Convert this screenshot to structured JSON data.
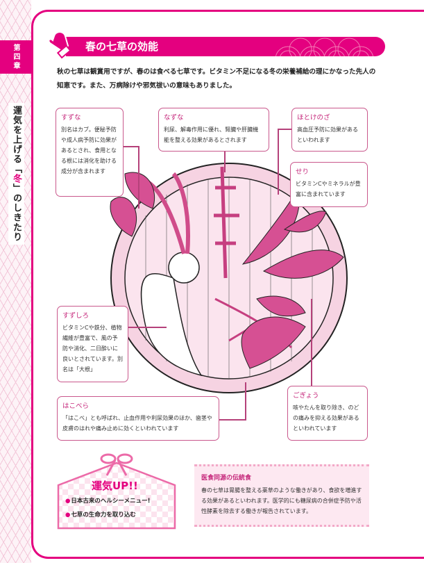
{
  "sidebar": {
    "chapter": "第四章",
    "title_pre": "運気を上げる「",
    "title_hl": "冬",
    "title_post": "」のしきたり"
  },
  "header": {
    "title": "春の七草の効能"
  },
  "intro": "秋の七草は観賞用ですが、春のは食べる七草です。ビタミン不足になる冬の栄養補給の理にかなった先人の知恵です。また、万病除けや邪気祓いの意味もありました。",
  "herbs": [
    {
      "name": "すずな",
      "text": "別名はカブ。便秘予防や成人病予防に効果があるとされ、食用となる根には消化を助ける成分が含まれます"
    },
    {
      "name": "なずな",
      "text": "利尿、解毒作用に優れ、腎臓や肝臓機能を整える効果があるとされます"
    },
    {
      "name": "ほとけのざ",
      "text": "高血圧予防に効果があるといわれます"
    },
    {
      "name": "せり",
      "text": "ビタミンCやミネラルが豊富に含まれています"
    },
    {
      "name": "すずしろ",
      "text": "ビタミンCや鉄分、植物繊維が豊富で、風の予防や消化、二日酔いに良いとされています。別名は「大根」"
    },
    {
      "name": "はこべら",
      "text": "「はこべ」とも呼ばれ、止血作用や利尿効果のほか、歯茎や皮膚のはれや痛み止めに効くといわれています"
    },
    {
      "name": "ごぎょう",
      "text": "咳やたんを取り除き、のどの痛みを抑える効果があるといわれています"
    }
  ],
  "ema": {
    "title": "運気UP!!",
    "bullets": [
      "日本古来のヘルシーメニュー!",
      "七草の生命力を取り込む"
    ]
  },
  "info": {
    "title": "医食同源の伝統食",
    "text": "春の七草は胃腸を整える薬草のような働きがあり、食欲を増進する効果があるといわれます。医学的にも糖尿病の合併症予防や活性酵素を除去する働きが報告されています。"
  },
  "colors": {
    "accent": "#e4007f",
    "border": "#c9578c"
  }
}
